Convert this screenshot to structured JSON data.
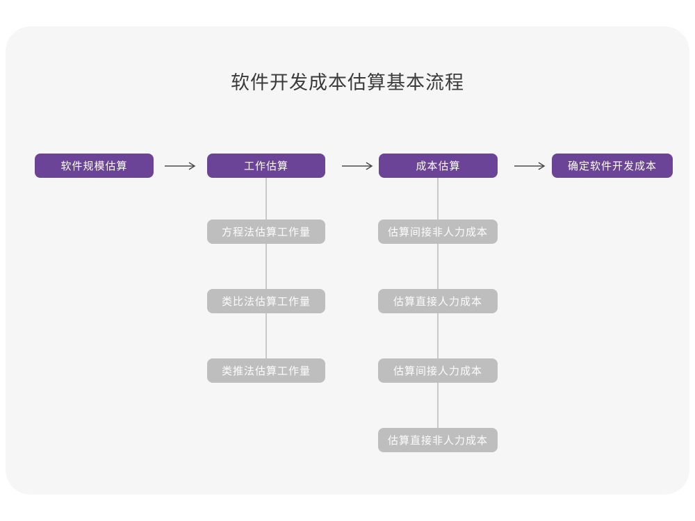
{
  "page": {
    "title": "软件开发成本估算基本流程"
  },
  "colors": {
    "page_bg": "#ffffff",
    "card_bg": "#f6f6f7",
    "step_purple": "#6b4498",
    "sub_gray": "#bebebe",
    "box_text": "#ffffff",
    "connector_line": "#c9c9c9",
    "arrow_stroke": "#4a4a4a",
    "title_text": "#3a3a3a"
  },
  "flow": {
    "main_steps": [
      {
        "label": "软件规模估算"
      },
      {
        "label": "工作估算"
      },
      {
        "label": "成本估算"
      },
      {
        "label": "确定软件开发成本"
      }
    ],
    "work_estimation_methods": [
      {
        "label": "方程法估算工作量"
      },
      {
        "label": "类比法估算工作量"
      },
      {
        "label": "类推法估算工作量"
      }
    ],
    "cost_estimation_steps": [
      {
        "label": "估算间接非人力成本"
      },
      {
        "label": "估算直接人力成本"
      },
      {
        "label": "估算间接人力成本"
      },
      {
        "label": "估算直接非人力成本"
      }
    ]
  }
}
